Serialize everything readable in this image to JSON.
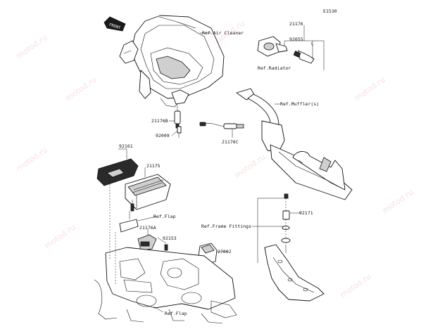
{
  "diagram_id": "E1530",
  "front_badge": "FRONT",
  "labels": {
    "ref_air_cleaner": "Ref.Air Cleaner",
    "ref_radiator": "Ref.Radiator",
    "ref_mufflers": "Ref.Muffler(s)",
    "ref_flap_top": "Ref.Flap",
    "ref_flap_bottom": "Ref.Flap",
    "ref_frame_fittings": "Ref.Frame Fittings"
  },
  "part_numbers": {
    "p21176": "21176",
    "p92055": "92055",
    "p21176B": "21176B",
    "p92009": "92009",
    "p21176C": "21176C",
    "p92161": "92161",
    "p21175": "21175",
    "p21176A": "21176A",
    "p92153": "92153",
    "p27002": "27002",
    "p92171": "92171"
  },
  "watermark": "motod.ru"
}
